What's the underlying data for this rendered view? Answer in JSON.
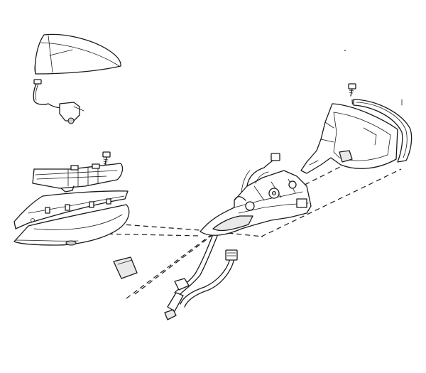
{
  "diagram": {
    "type": "exploded-parts-view",
    "colors": {
      "line": "#1a1a1a",
      "part_fill": "#ffffff",
      "shade": "#e9e9e9",
      "dark_shade": "#cfcfcf",
      "background": "#ffffff"
    },
    "parts": [
      "mirror-cap",
      "camera-with-cable",
      "cap-screw",
      "turn-signal-lamp",
      "lower-cover-trim",
      "lower-housing",
      "small-pad",
      "wiring-harness",
      "folding-actuator-assembly",
      "housing-bracket",
      "mirror-glass",
      "glass-screw"
    ]
  }
}
